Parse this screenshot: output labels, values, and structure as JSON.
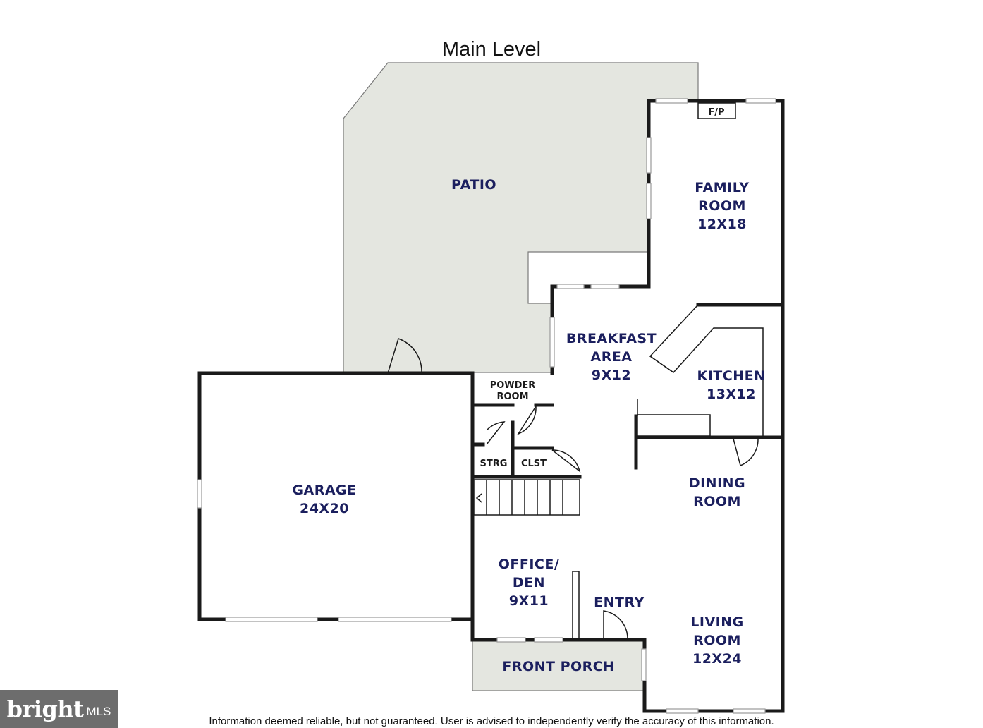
{
  "title": "Main Level",
  "rooms": {
    "patio": [
      "PATIO"
    ],
    "family": [
      "FAMILY",
      "ROOM",
      "12X18"
    ],
    "fireplace": [
      "F/P"
    ],
    "breakfast": [
      "BREAKFAST",
      "AREA",
      "9X12"
    ],
    "kitchen": [
      "KITCHEN",
      "13X12"
    ],
    "powder": [
      "POWDER",
      "ROOM"
    ],
    "strg": [
      "STRG"
    ],
    "clst": [
      "CLST"
    ],
    "garage": [
      "GARAGE",
      "24X20"
    ],
    "dining": [
      "DINING",
      "ROOM"
    ],
    "office": [
      "OFFICE/",
      "DEN",
      "9X11"
    ],
    "entry": [
      "ENTRY"
    ],
    "living": [
      "LIVING",
      "ROOM",
      "12X24"
    ],
    "porch": [
      "FRONT PORCH"
    ]
  },
  "disclaimer": "Information deemed reliable, but not guaranteed.  User is advised to independently verify the accuracy of this information.",
  "logo": {
    "brand": "bright",
    "suffix": "MLS"
  },
  "colors": {
    "label": "#1b1f5e",
    "outdoor": "#e4e6e0",
    "logo_bg": "#6d6d6d"
  }
}
